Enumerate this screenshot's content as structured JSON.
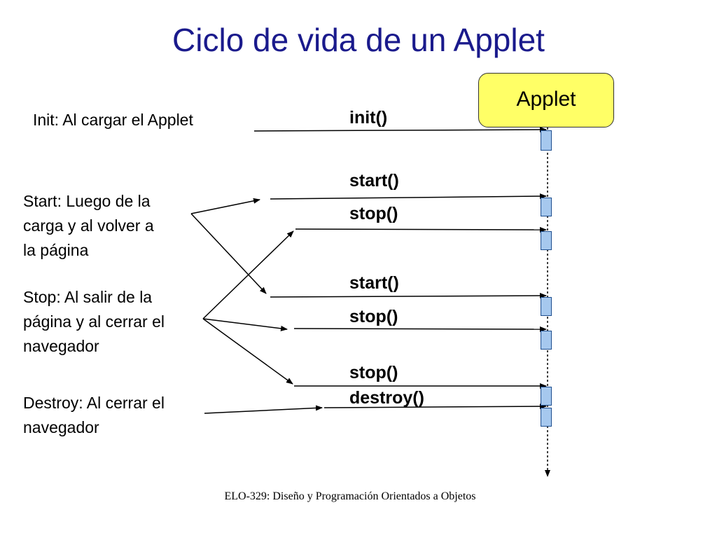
{
  "title": "Ciclo de vida de un Applet",
  "applet_label": "Applet",
  "descriptions": {
    "init": "Init: Al cargar el Applet",
    "start": "Start: Luego de la\ncarga y al volver a\nla página",
    "stop": "Stop: Al salir de la\npágina y al cerrar el\nnavegador",
    "destroy": "Destroy: Al cerrar el\nnavegador"
  },
  "methods": [
    "init()",
    "start()",
    "stop()",
    "start()",
    "stop()",
    "stop()",
    "destroy()"
  ],
  "footer": "ELO-329: Diseño y Programación Orientados a Objetos",
  "colors": {
    "title": "#1a1a8c",
    "applet_fill": "#ffff66",
    "activation_fill": "#a6c8ee",
    "activation_border": "#1f4f8f"
  }
}
